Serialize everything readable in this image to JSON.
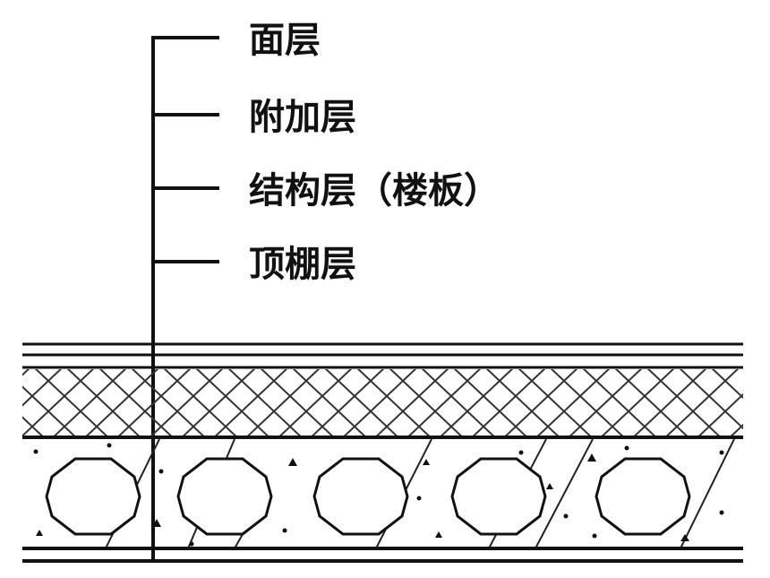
{
  "diagram": {
    "labels": [
      {
        "id": "surface",
        "text": "面层"
      },
      {
        "id": "additional",
        "text": "附加层"
      },
      {
        "id": "structural",
        "text": "结构层（楼板）"
      },
      {
        "id": "ceiling",
        "text": "顶棚层"
      }
    ],
    "colors": {
      "ink": "#111111",
      "hatch": "#333333",
      "background": "#ffffff"
    }
  }
}
